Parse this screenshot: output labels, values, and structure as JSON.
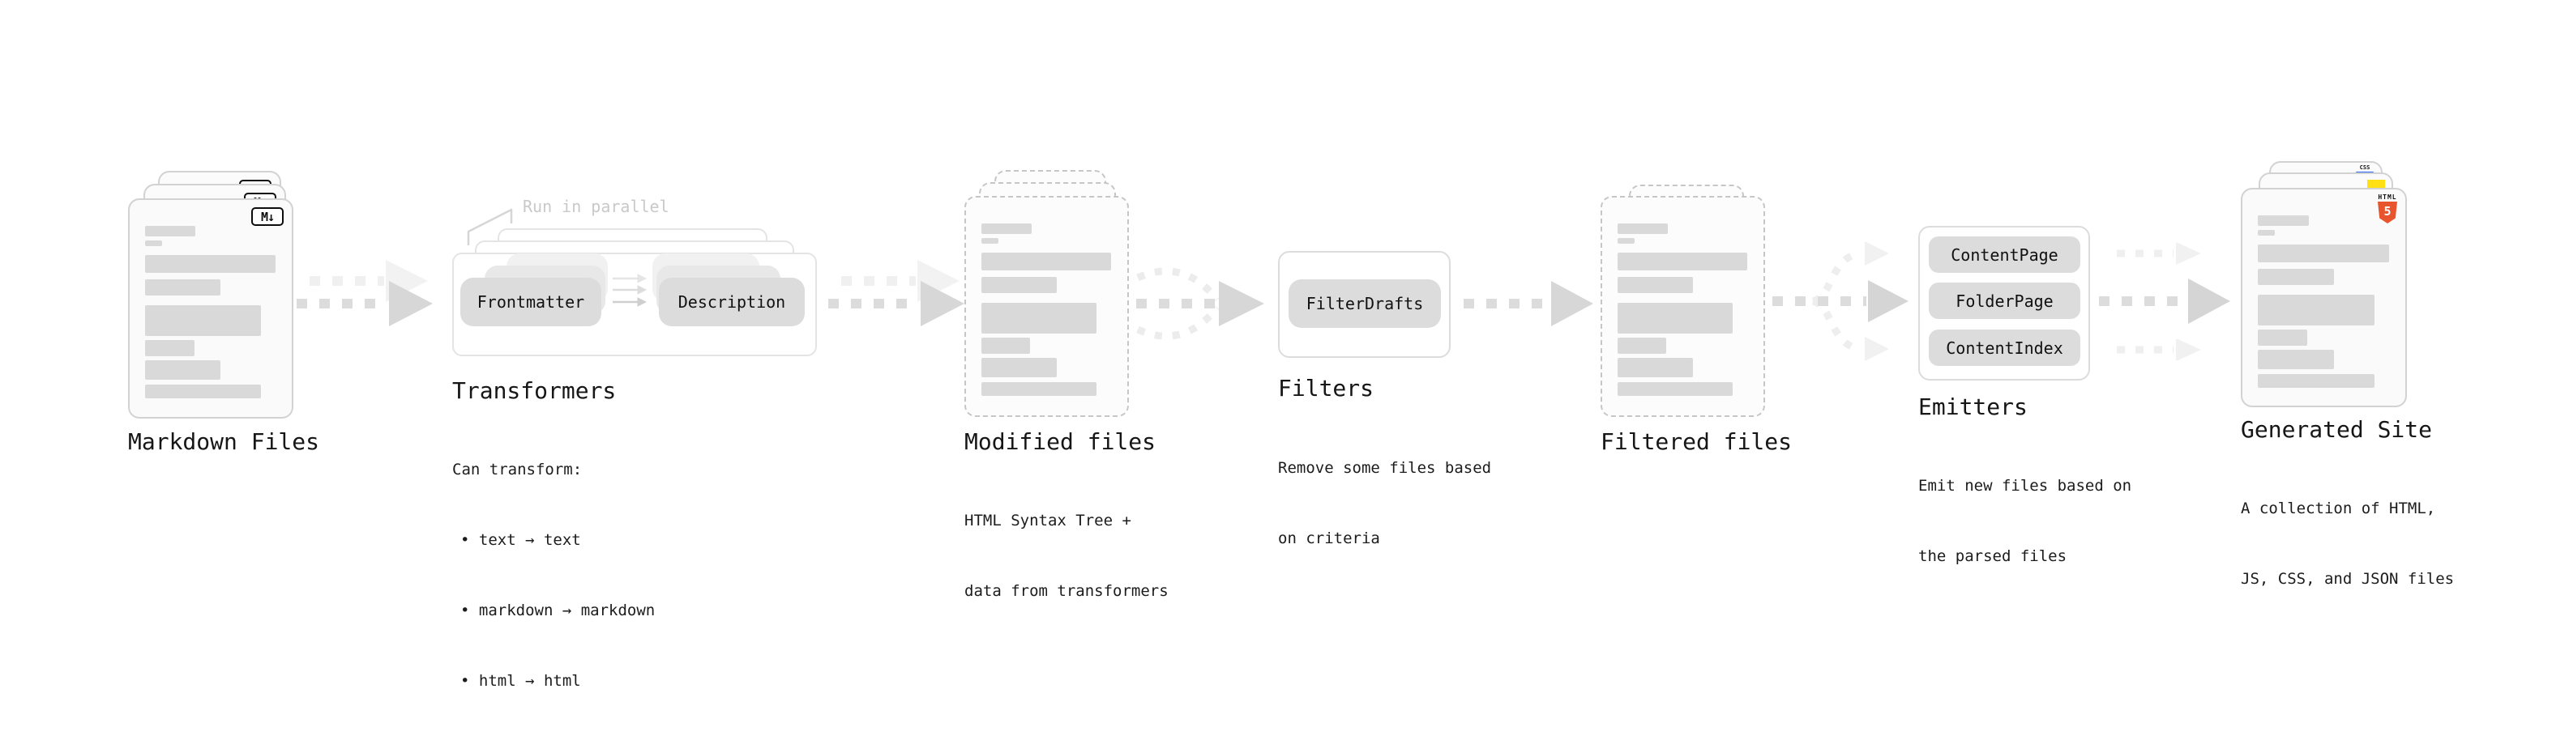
{
  "colors": {
    "html5_orange": "#e8542d",
    "js_yellow": "#ffe013",
    "css_blue": "#2b63f6",
    "bar_gray": "#d9d9d9"
  },
  "stages": {
    "markdown_files": {
      "label": "Markdown Files",
      "badge": "M↓"
    },
    "transformers": {
      "label": "Transformers",
      "callout": "Run in parallel",
      "pill_left": "Frontmatter",
      "pill_right": "Description",
      "note_title": "Can transform:",
      "notes": [
        "• text → text",
        "• markdown → markdown",
        "• html → html"
      ]
    },
    "modified_files": {
      "label": "Modified files",
      "sub": [
        "HTML Syntax Tree +",
        "data from transformers"
      ]
    },
    "filters": {
      "label": "Filters",
      "pill": "FilterDrafts",
      "sub": [
        "Remove some files based",
        "on criteria"
      ]
    },
    "filtered_files": {
      "label": "Filtered files"
    },
    "emitters": {
      "label": "Emitters",
      "pills": [
        "ContentPage",
        "FolderPage",
        "ContentIndex"
      ],
      "sub": [
        "Emit new files based on",
        "the parsed files"
      ]
    },
    "generated_site": {
      "label": "Generated Site",
      "sub": [
        "A collection of HTML,",
        "JS, CSS, and JSON files"
      ],
      "html_badge": "HTML",
      "html_number": "5",
      "css_badge": "CSS"
    }
  }
}
